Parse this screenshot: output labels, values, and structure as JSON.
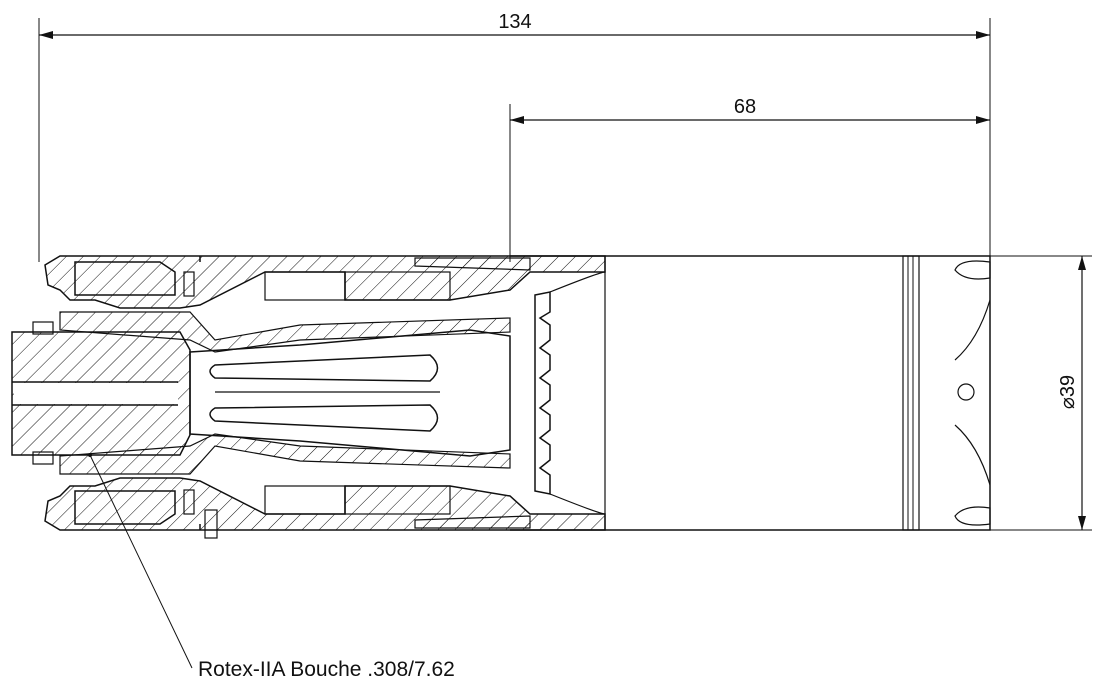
{
  "dimensions": {
    "overall_length": "134",
    "brake_length": "68",
    "diameter_symbol": "⌀",
    "diameter": "39"
  },
  "callout": {
    "label": "Rotex-IIA Bouche .308/7.62"
  },
  "colors": {
    "line": "#111111",
    "background": "#ffffff"
  }
}
